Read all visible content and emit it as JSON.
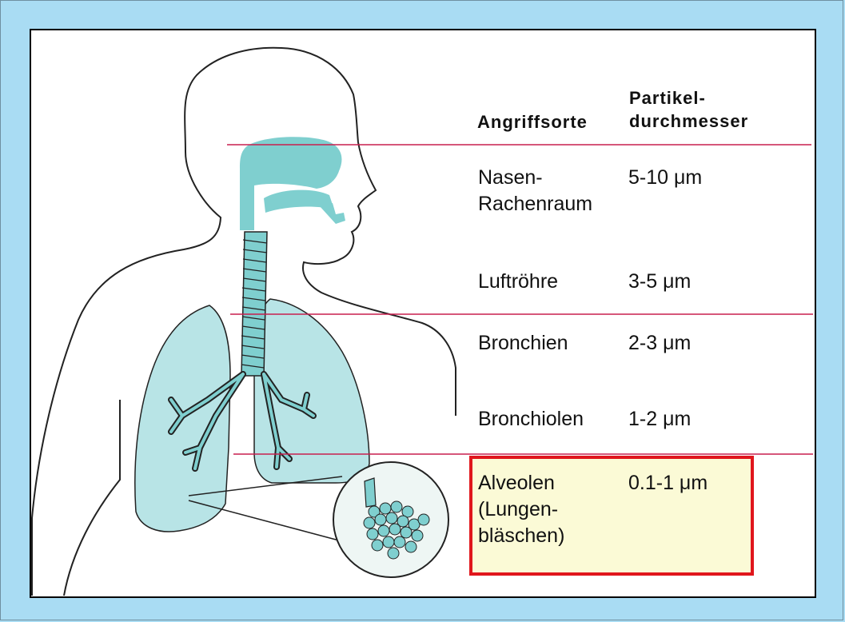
{
  "colors": {
    "background": "#a9dcf3",
    "organ_fill": "#b8e4e6",
    "airway_fill": "#7fcfcf",
    "divider_lines": "#c81e4e",
    "highlight_border": "#e0161c",
    "highlight_fill": "#fbfad6"
  },
  "headers": {
    "site": "Angriffsorte",
    "diameter": "Partikel-\ndurchmesser"
  },
  "rows": [
    {
      "site": "Nasen-\nRachenraum",
      "diameter": "5-10 μm"
    },
    {
      "site": "Luftröhre",
      "diameter": "3-5 μm"
    },
    {
      "site": "Bronchien",
      "diameter": "2-3 μm"
    },
    {
      "site": "Bronchiolen",
      "diameter": "1-2 μm"
    },
    {
      "site": "Alveolen\n(Lungen-\nbläschen)",
      "diameter": "0.1-1 μm",
      "highlighted": true
    }
  ]
}
